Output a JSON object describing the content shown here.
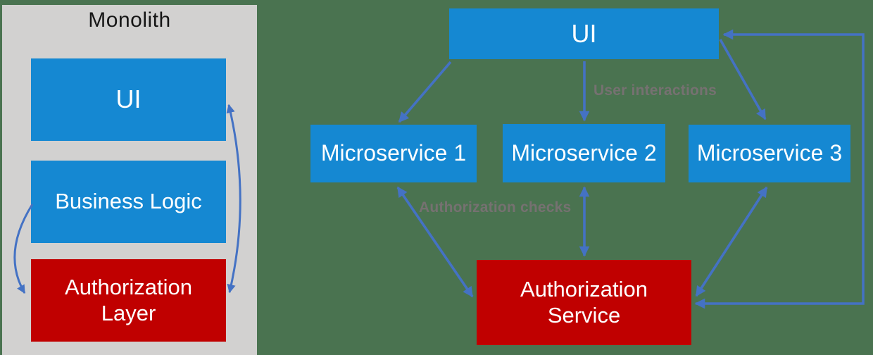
{
  "monolith": {
    "title": "Monolith",
    "ui": "UI",
    "business_logic": "Business Logic",
    "authorization_layer": "Authorization Layer"
  },
  "microservices": {
    "ui": "UI",
    "service1": "Microservice 1",
    "service2": "Microservice 2",
    "service3": "Microservice 3",
    "authorization_service": "Authorization Service",
    "labels": {
      "user_interactions": "User interactions",
      "authorization_checks": "Authorization checks"
    }
  },
  "colors": {
    "background_green": "#4a7350",
    "panel_gray": "#d2d1d0",
    "box_blue": "#1588d2",
    "box_red": "#c00000",
    "arrow_blue": "#4472c4",
    "edge_label_gray": "#767171",
    "box_text": "#ffffff",
    "title_text": "#161616"
  }
}
